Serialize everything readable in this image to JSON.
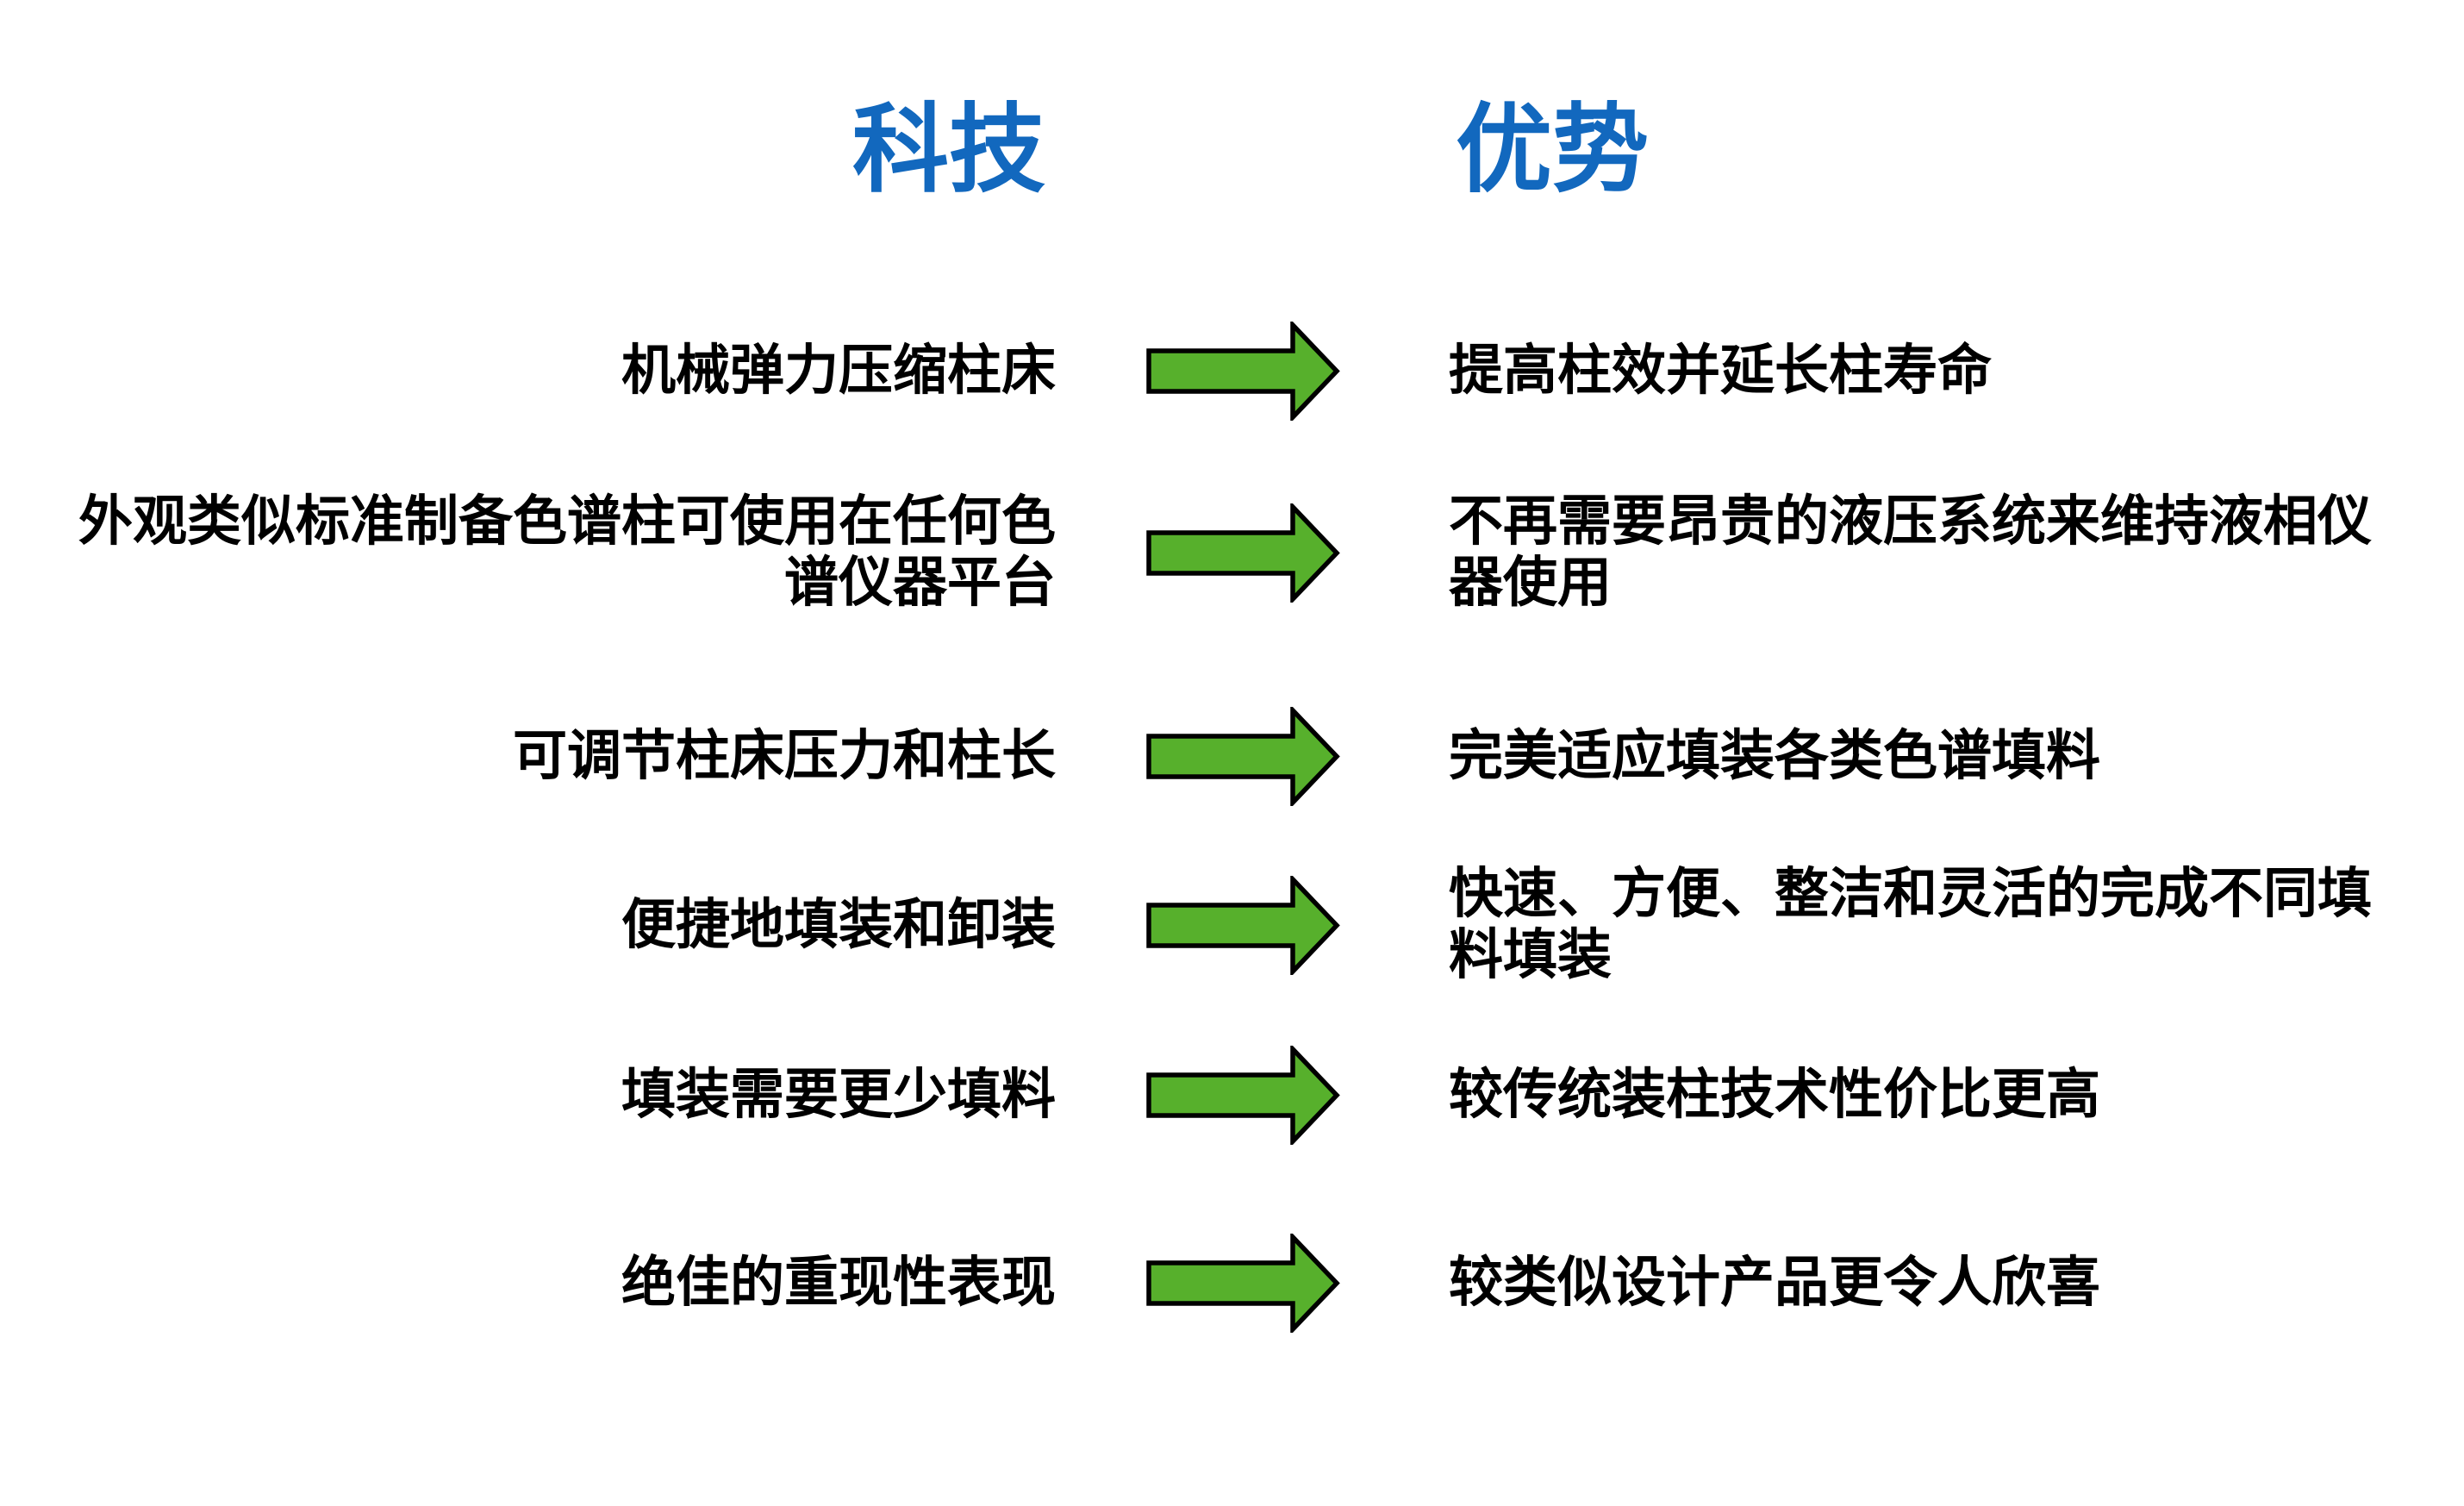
{
  "page": {
    "background": "#ffffff",
    "text_color": "#000000"
  },
  "header": {
    "tech_label": "科技",
    "advantage_label": "优势",
    "color": "#1268be"
  },
  "arrow": {
    "name": "right-arrow",
    "fill": "#57b02c",
    "stroke": "#000000"
  },
  "rows": [
    {
      "tech": "机械弹力压缩柱床",
      "advantage": "提高柱效并延长柱寿命"
    },
    {
      "tech": "外观类似标准制备色谱柱可使用在任何色\n谱仪器平台",
      "advantage": "不再需要昂贵的液压系统来维持液相仪\n器使用"
    },
    {
      "tech": "可调节柱床压力和柱长",
      "advantage": "完美适应填装各类色谱填料"
    },
    {
      "tech": "便捷地填装和卸装",
      "advantage": "快速、方便、整洁和灵活的完成不同填\n料填装"
    },
    {
      "tech": "填装需要更少填料",
      "advantage": "较传统装柱技术性价比更高"
    },
    {
      "tech": "绝佳的重现性表现",
      "advantage": "较类似设计产品更令人欣喜"
    }
  ]
}
